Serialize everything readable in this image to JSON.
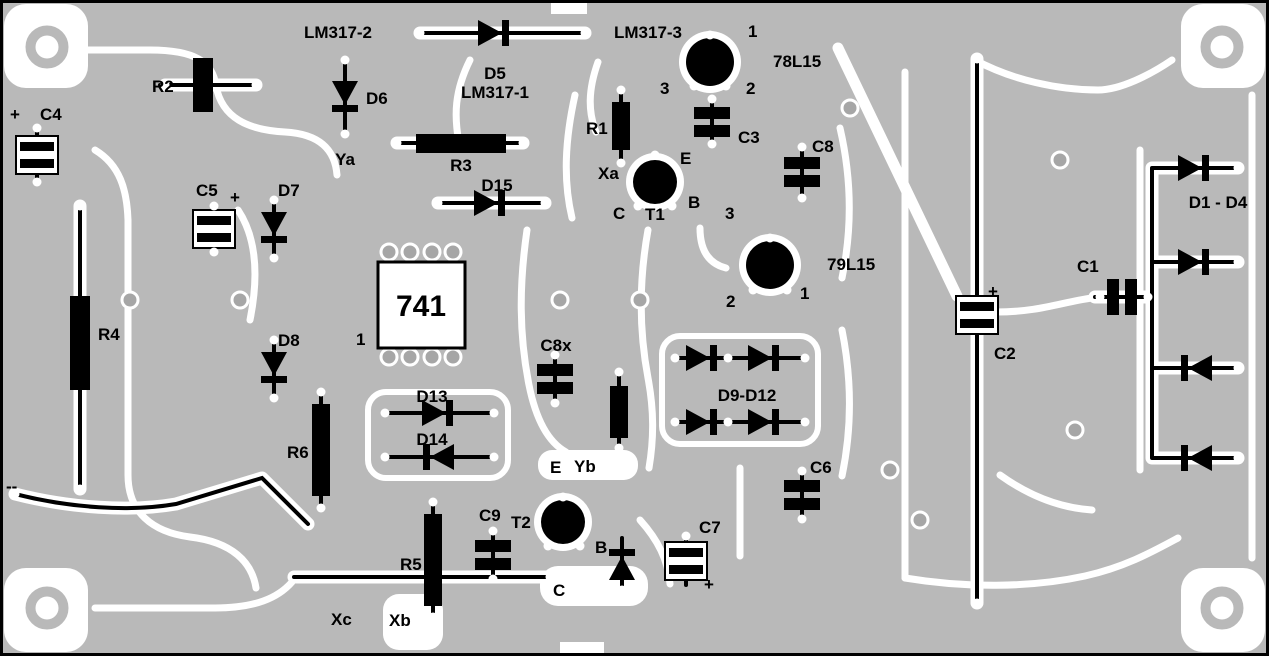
{
  "meta": {
    "type": "pcb-component-layout-diagram"
  },
  "colors": {
    "board": "#b9b9b9",
    "trace": "#ffffff",
    "component": "#000000",
    "via": "#a6a6a6"
  },
  "labels": {
    "c4_plus": "+",
    "c4": "C4",
    "r2": "R2",
    "lm317_2": "LM317-2",
    "d6": "D6",
    "ya": "Ya",
    "d5": "D5",
    "lm317_1": "LM317-1",
    "lm317_3": "LM317-3",
    "reg78": "78L15",
    "reg78_pin1": "1",
    "reg78_pin2": "2",
    "reg78_pin3": "3",
    "r1": "R1",
    "c3": "C3",
    "c8": "C8",
    "xa": "Xa",
    "t1": "T1",
    "t1_e": "E",
    "t1_b": "B",
    "t1_c": "C",
    "reg79": "79L15",
    "reg79_pin1": "1",
    "reg79_pin2": "2",
    "reg79_pin3": "3",
    "c5": "C5",
    "c5_plus": "+",
    "d7": "D7",
    "r3": "R3",
    "d15": "D15",
    "ic741": "741",
    "ic741_pin1": "1",
    "d8": "D8",
    "r4": "R4",
    "c8x": "C8x",
    "d9_12": "D9-D12",
    "d13": "D13",
    "d14": "D14",
    "r6": "R6",
    "c6": "C6",
    "yb": "Yb",
    "t2": "T2",
    "t2_e": "E",
    "t2_b": "B",
    "t2_c": "C",
    "c9": "C9",
    "r5": "R5",
    "c7": "C7",
    "c7_plus": "+",
    "xc": "Xc",
    "xb": "Xb",
    "minus": "--",
    "c2": "C2",
    "c2_plus": "+",
    "c1": "C1",
    "d1_4": "D1 - D4"
  }
}
